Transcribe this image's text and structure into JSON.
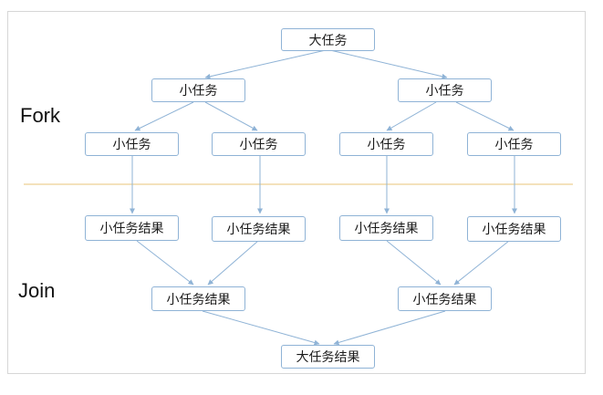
{
  "labels": {
    "fork": "Fork",
    "join": "Join"
  },
  "tasks": {
    "root": "大任务",
    "level1": [
      "小任务",
      "小任务"
    ],
    "level2": [
      "小任务",
      "小任务",
      "小任务",
      "小任务"
    ]
  },
  "results": {
    "level2": [
      "小任务结果",
      "小任务结果",
      "小任务结果",
      "小任务结果"
    ],
    "level1": [
      "小任务结果",
      "小任务结果"
    ],
    "root": "大任务结果"
  },
  "colors": {
    "box_border": "#8fb3d6",
    "edge": "#8fb3d6",
    "divider": "#f0d9a6",
    "frame": "#d6d6d6"
  }
}
